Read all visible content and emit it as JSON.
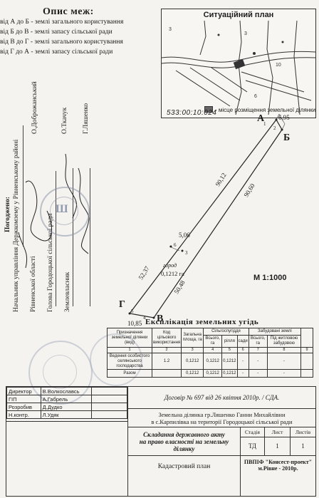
{
  "opys": {
    "title": "Опис меж:",
    "lines": [
      "від А до Б - землі загального користування",
      "від Б до В - землі запасу сільської ради",
      "від В до Г - землі загального користування",
      "від Г до А - землі запасу сільської ради"
    ]
  },
  "situation": {
    "title": "Ситуаційний план",
    "legend": "- місце розміщення земельної ділянки",
    "cad_number": "533:00:10:024"
  },
  "signatures": {
    "header": "Погоджено:",
    "rows": [
      {
        "role": "Начальник управління Держкомзему у Рівненському районі",
        "name": "О.Доброжанський"
      },
      {
        "role": "Рівненської області",
        "name": ""
      },
      {
        "role": "Голова Городоцької сільської ради",
        "name": "О.Ткачук"
      },
      {
        "role": "Землевласник",
        "name": "Г.Ляшенко"
      }
    ]
  },
  "plot": {
    "corners": {
      "A": "А",
      "B": "Б",
      "V": "В",
      "G": "Г"
    },
    "dims": {
      "d1": "6,95",
      "d2": "90,12",
      "d3": "90,60",
      "d4": "5,06",
      "d5": "52,37",
      "d6": "50,48",
      "d7": "10,85"
    },
    "points": {
      "p1": "1",
      "p2": "2",
      "p3": "3",
      "p4": "4",
      "p5": "5",
      "p6": "6"
    },
    "inner_label": "город",
    "inner_area": "0,1212 га",
    "scale": "М 1:1000"
  },
  "explication": {
    "title": "Експлікація земельних угідь",
    "head": {
      "purpose": "Призначення земельної ділянки (вид)",
      "code": "Код цільового використання",
      "total": "Загальна площа, га",
      "agri": "Сільгоспугіддя",
      "agri_all": "Всього, га",
      "arable": "рілля",
      "gardens": "сади",
      "built": "Забудовані землі",
      "built_all": "Всього, га",
      "under_build": "Під житловою забудовою"
    },
    "col_numbers": [
      "1",
      "2",
      "3",
      "4",
      "5",
      "6",
      "7",
      "8",
      "9"
    ],
    "row": {
      "purpose": "Ведення особистого селянського господарства",
      "code": "1.2",
      "total": "0,1212",
      "agri_all": "0,1212",
      "arable": "0,1212",
      "gardens": "-",
      "built_all": "-",
      "under_build": "-"
    },
    "sum": {
      "label": "Разом",
      "total": "0,1212",
      "agri_all": "0,1212",
      "arable": "0,1212",
      "gardens": "-",
      "built_all": "-",
      "under_build": "-"
    }
  },
  "roles": [
    {
      "role": "Директор",
      "name": "В.Волкославсь"
    },
    {
      "role": "ГІП",
      "name": "А.Габрель"
    },
    {
      "role": "Розробив",
      "name": "Д.Дудко"
    },
    {
      "role": "Н.контр.",
      "name": "Л.Удяк"
    }
  ],
  "title_block": {
    "contract": "Договір № 697 від 26 квітня 2010р. / СДА.",
    "parcel": "Земельна ділянка гр.Ляшенко Ганни Михайлівни\nв с.Карпилівка на території Городоцької сільської ради",
    "doc_title": "Складання державного акту\nна право власності на земельну\nділянку",
    "stage_label": "Стадія",
    "sheet_label": "Лист",
    "sheets_label": "Листів",
    "stage": "ТД",
    "sheet": "1",
    "sheets": "1",
    "plan_name": "Кадастровий план",
    "company": "ПВПІФ \"Консест-проект\"\nм.Рівне - 2010р."
  },
  "colors": {
    "ink": "#1d1d1d",
    "stamp": "#8a93a8",
    "paper": "#f4f3ef"
  }
}
